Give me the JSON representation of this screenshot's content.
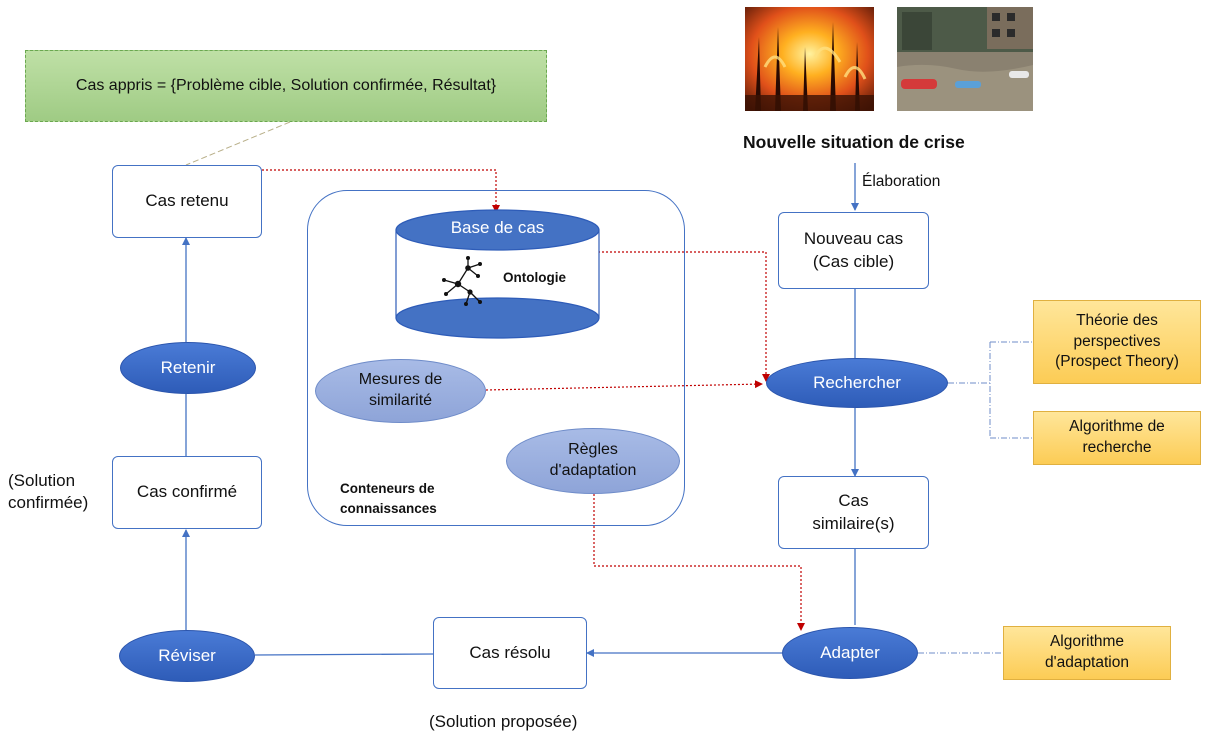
{
  "header": {
    "title": "Nouvelle situation de crise",
    "elaboration": "Élaboration"
  },
  "learned_case": "Cas appris = {Problème cible, Solution confirmée, Résultat}",
  "boxes": {
    "cas_retenu": "Cas retenu",
    "cas_confirme": "Cas confirmé",
    "cas_resolu": "Cas résolu",
    "nouveau_cas_line1": "Nouveau cas",
    "nouveau_cas_line2": "(Cas cible)",
    "cas_similaires_line1": "Cas",
    "cas_similaires_line2": "similaire(s)"
  },
  "steps": {
    "retenir": "Retenir",
    "reviser": "Réviser",
    "rechercher": "Rechercher",
    "adapter": "Adapter"
  },
  "knowledge": {
    "base_de_cas": "Base de cas",
    "ontologie": "Ontologie",
    "mesures_line1": "Mesures de",
    "mesures_line2": "similarité",
    "regles_line1": "Règles",
    "regles_line2": "d'adaptation",
    "conteneurs_line1": "Conteneurs de",
    "conteneurs_line2": "connaissances"
  },
  "side_notes": {
    "theorie_line1": "Théorie des",
    "theorie_line2": "perspectives",
    "theorie_line3": "(Prospect Theory)",
    "algo_recherche_line1": "Algorithme de",
    "algo_recherche_line2": "recherche",
    "algo_adaptation_line1": "Algorithme",
    "algo_adaptation_line2": "d'adaptation"
  },
  "annotations": {
    "solution_confirmee_line1": "(Solution",
    "solution_confirmee_line2": "confirmée)",
    "solution_proposee": "(Solution proposée)"
  },
  "images": [
    "wildfire-photo",
    "flood-photo"
  ],
  "colors": {
    "blue_dark": "#2e5cb8",
    "blue_light": "#93a9dc",
    "orange": "#ffd966",
    "green": "#a9d18e",
    "connector_red": "#c00000",
    "connector_blue": "#4472c4"
  }
}
